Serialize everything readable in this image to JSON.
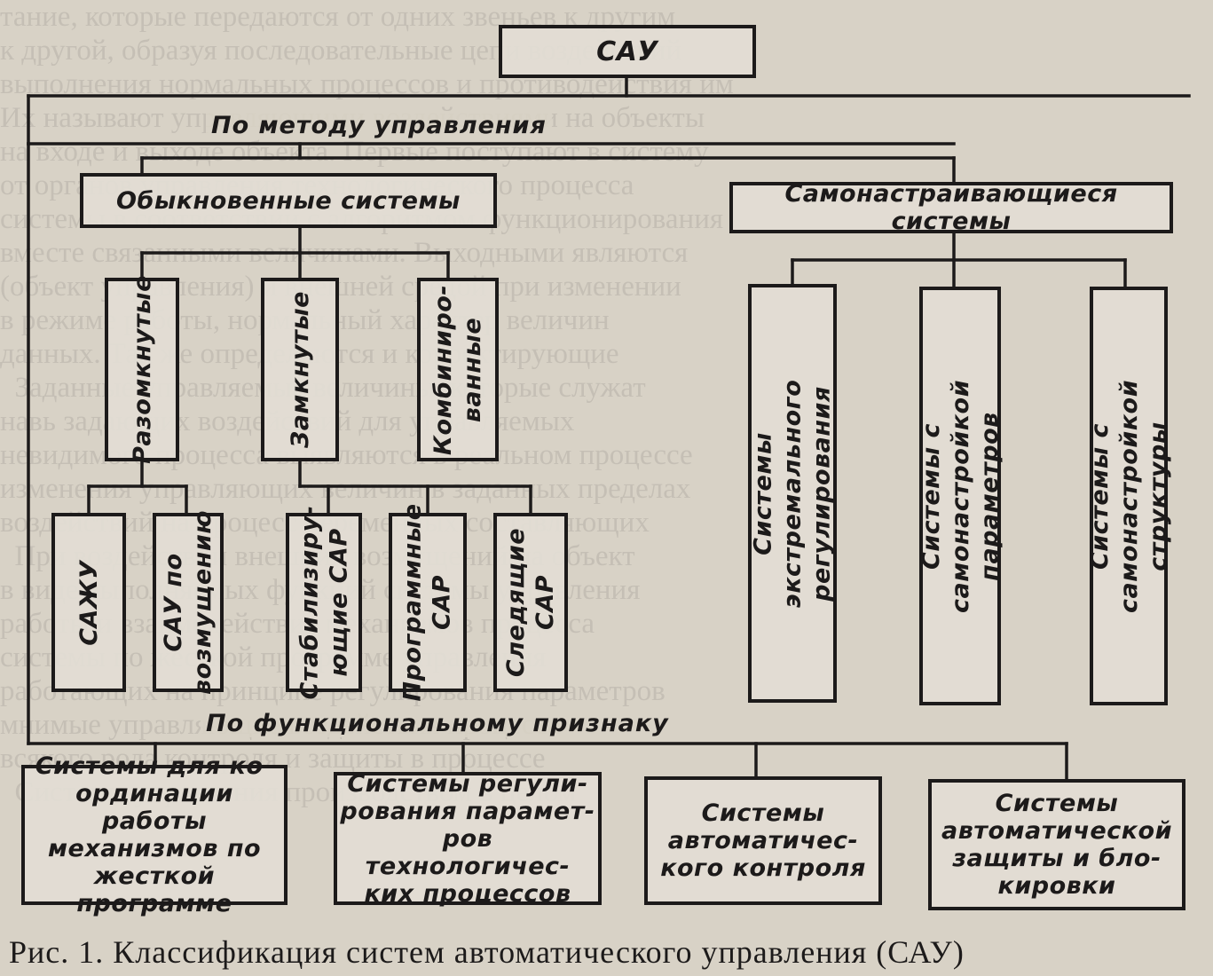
{
  "diagram": {
    "root": "САУ",
    "method_label": "По методу управления",
    "ordinary": "Обыкновенные системы",
    "adaptive": "Самонастраивающиеся системы",
    "open": "Разомкнутые",
    "closed": "Замкнутые",
    "combined": "Комбиниро-\nванные",
    "sazhu": "САЖУ",
    "sau_disturb": "САУ по\nвозмущению",
    "stabilizing": "Стабилизиру-\nющие САР",
    "program": "Программные\nСАР",
    "tracking": "Следящие\nСАР",
    "extremal": "Системы экстремального\nрегулирования",
    "param_adapt": "Системы с самонастройкой\nпараметров",
    "struct_adapt": "Системы с самонастройкой\nструктуры",
    "functional_label": "По функциональному признаку",
    "coord": "Системы для ко-\nординации работы\nмеханизмов по\nжесткой программе",
    "regulation": "Системы регули-\nрования парамет-\nров технологичес-\nких процессов",
    "control": "Системы\nавтоматичес-\nкого контроля",
    "protection": "Системы\nавтоматической\nзащиты и бло-\nкировки"
  },
  "caption": "Рис. 1. Классификация систем автоматического управления (САУ)",
  "colors": {
    "ink": "#1c1a1a",
    "paper": "#d8d2c6"
  }
}
